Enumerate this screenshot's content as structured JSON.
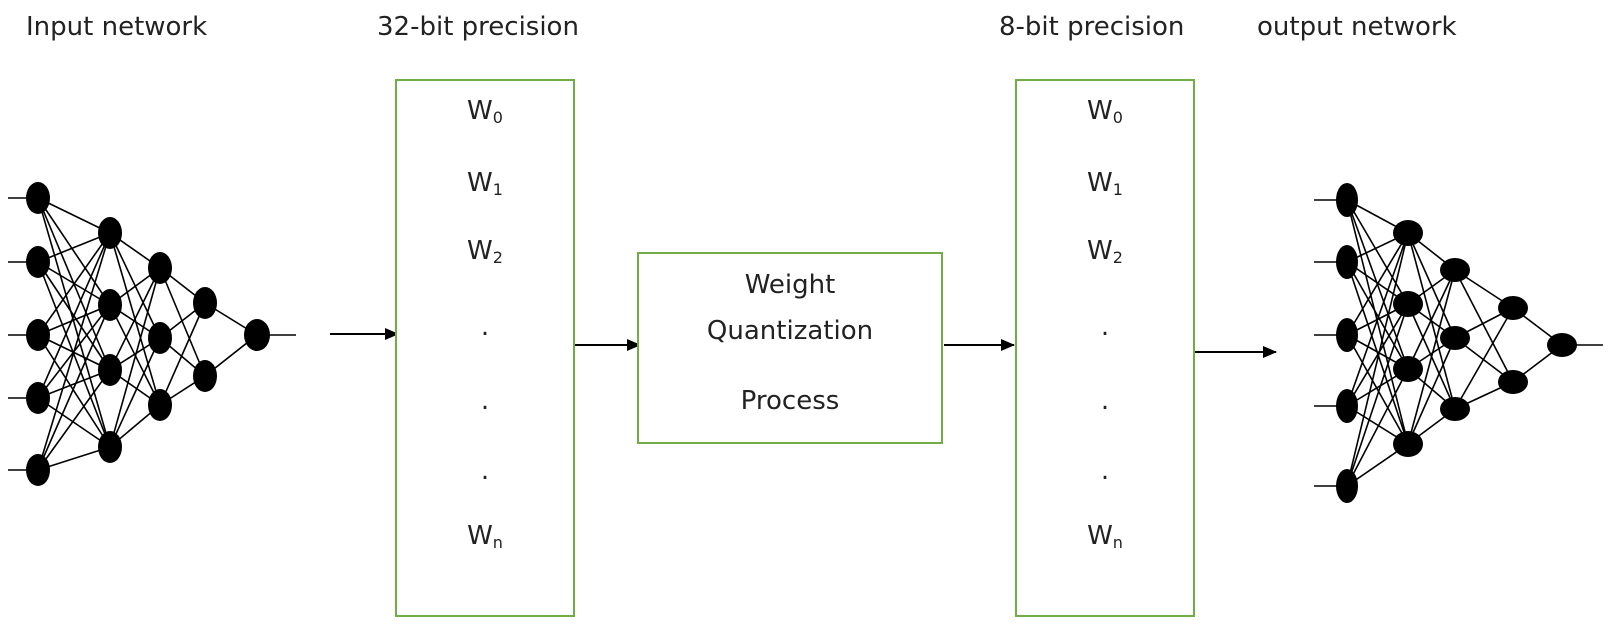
{
  "labels": {
    "input_network": "Input network",
    "precision_32": "32-bit precision",
    "precision_8": "8-bit precision",
    "output_network": "output network"
  },
  "weights_32": {
    "w0": "W",
    "w0_sub": "0",
    "w1": "W",
    "w1_sub": "1",
    "w2": "W",
    "w2_sub": "2",
    "dot1": ".",
    "dot2": ".",
    "dot3": ".",
    "wn": "W",
    "wn_sub": "n"
  },
  "weights_8": {
    "w0": "W",
    "w0_sub": "0",
    "w1": "W",
    "w1_sub": "1",
    "w2": "W",
    "w2_sub": "2",
    "dot1": ".",
    "dot2": ".",
    "dot3": ".",
    "wn": "W",
    "wn_sub": "n"
  },
  "process": {
    "line1": "Weight",
    "line2": "Quantization",
    "line3": "Process"
  },
  "colors": {
    "box_border": "#70ad47",
    "ink": "#000000"
  }
}
